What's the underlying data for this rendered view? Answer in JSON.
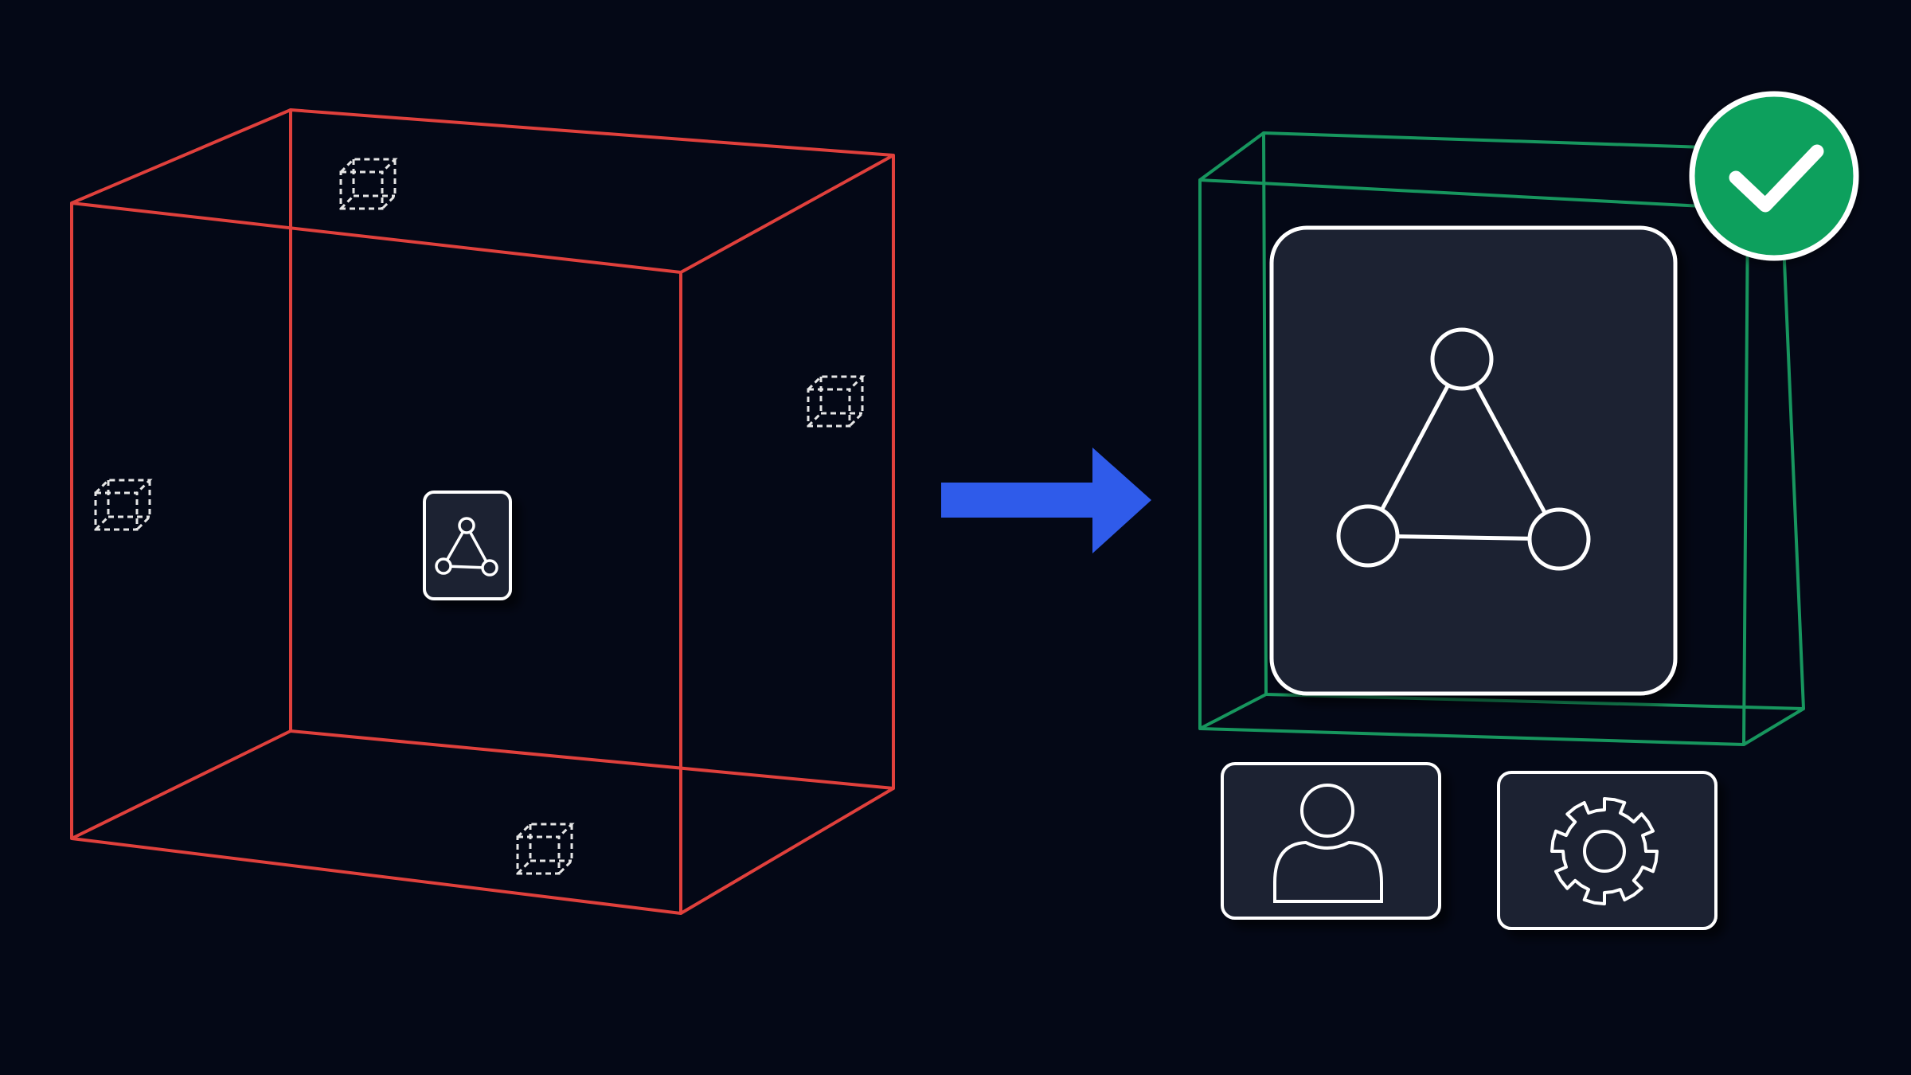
{
  "colors": {
    "background": "#040816",
    "bad_box": "#e0403c",
    "good_box": "#17965e",
    "arrow": "#2f5bea",
    "check_badge": "#08a05d",
    "tile_fill": "#1c2230",
    "tile_stroke": "#ffffff",
    "placeholder": "#e6e6e6"
  },
  "icons": {
    "main_small": "network-graph-icon",
    "main_large": "network-graph-icon",
    "placeholder": "dashed-cube-icon",
    "user": "user-icon",
    "settings": "gear-icon",
    "check": "checkmark-icon",
    "arrow": "right-arrow-icon"
  },
  "left_panel": {
    "state": "oversized-bounding-box",
    "placeholder_count": 4
  },
  "right_panel": {
    "state": "tight-bounding-box",
    "verified": true,
    "secondary_tiles": [
      "user",
      "settings"
    ]
  }
}
